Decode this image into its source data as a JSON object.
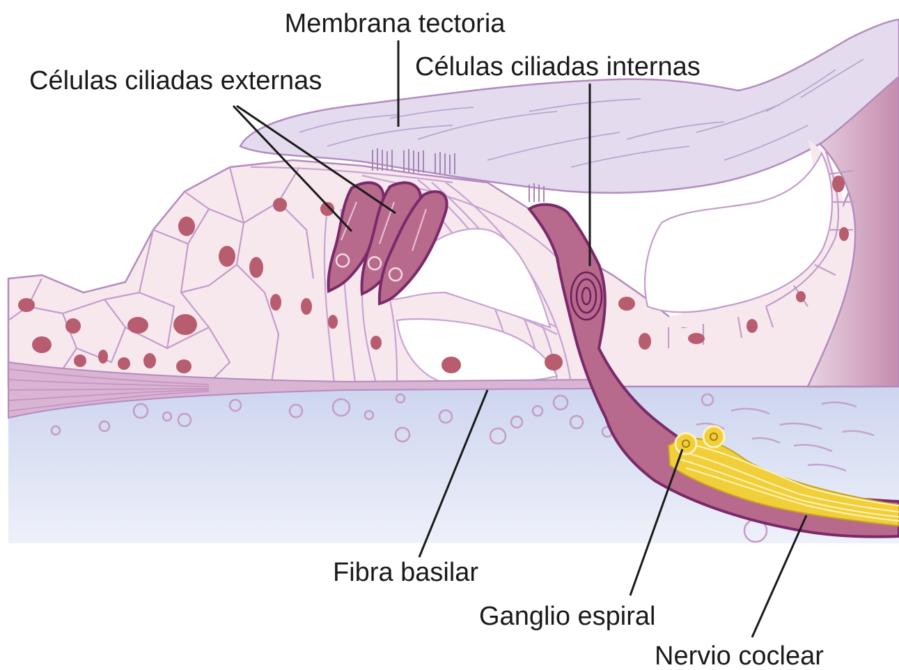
{
  "labels": {
    "membrana_tectoria": "Membrana tectoria",
    "celulas_externas": "Células ciliadas externas",
    "celulas_internas": "Células ciliadas internas",
    "fibra_basilar": "Fibra basilar",
    "ganglio_espiral": "Ganglio espiral",
    "nervio_coclear": "Nervio coclear"
  },
  "colors": {
    "tissue_pale": "#f7e8ee",
    "tissue_lilac": "#e9d8ec",
    "outline": "#b48bbf",
    "hair_cell": "#b86a8c",
    "hair_cell_outline": "#7a2a6a",
    "nucleus": "#b85c70",
    "tectorial": "#e2dcee",
    "fluid_blue": "#d9e0f3",
    "ganglion": "#f1cf3a",
    "right_wall": "#c98fb2"
  }
}
